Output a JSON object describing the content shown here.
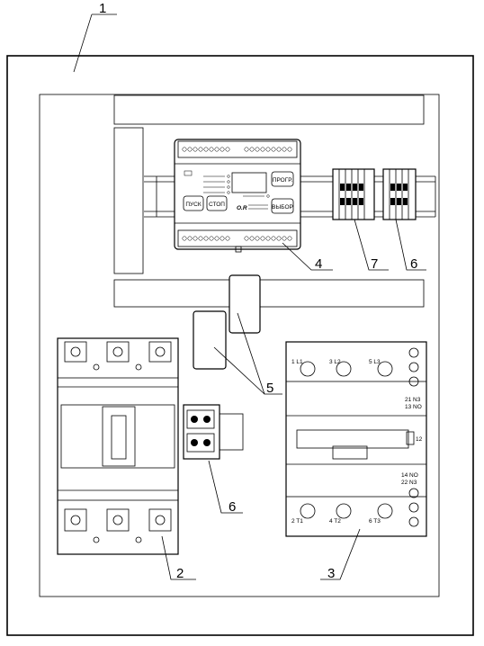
{
  "callouts": {
    "enclosure": "1",
    "breaker": "2",
    "relay": "3",
    "controller": "4",
    "mounting": "5",
    "terminal_a": "6",
    "terminal_b": "6",
    "terminal_c": "7"
  },
  "controller": {
    "btn_start": "ПУСК",
    "btn_stop": "СТОП",
    "btn_prog": "ПРОГР.",
    "btn_select": "ВЫБОР",
    "logo": "O.R"
  },
  "relay": {
    "top_terminals": [
      "1 L1",
      "3 L2",
      "5 L3"
    ],
    "bottom_terminals": [
      "2 T1",
      "4 T2",
      "6 T3"
    ],
    "aux_top": [
      "21 N3",
      "13 NO"
    ],
    "aux_bottom": [
      "14 NO",
      "22 N3"
    ],
    "side": "12"
  }
}
